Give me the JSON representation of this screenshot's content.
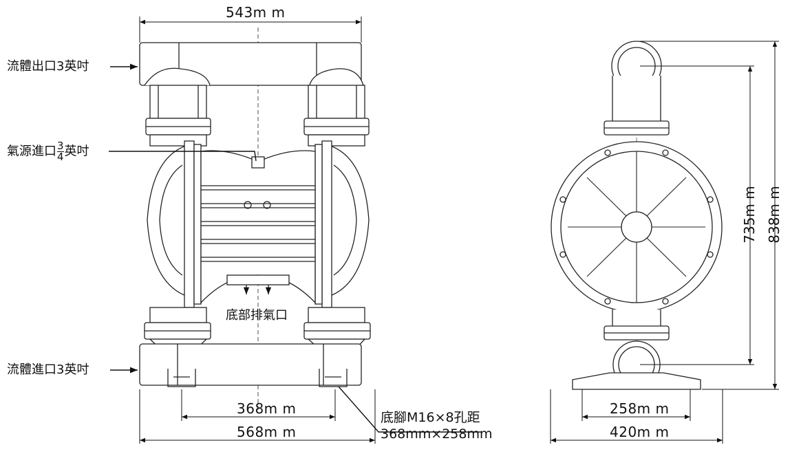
{
  "front_view": {
    "dim_top": "543m m",
    "dim_bottom_inner": "368m m",
    "dim_bottom_outer": "568m m",
    "label_outlet": "流體出口3英吋",
    "label_air_inlet_prefix": "氣源進口",
    "label_air_inlet_num": "3",
    "label_air_inlet_den": "4",
    "label_air_inlet_suffix": "英吋",
    "label_bottom_exhaust": "底部排氣口",
    "label_inlet": "流體進口3英吋",
    "foot_note_line1": "底腳M16×8孔距",
    "foot_note_line2": "368mm×258mm"
  },
  "side_view": {
    "dim_height_inner": "735m m",
    "dim_height_outer": "838m m",
    "dim_bottom_inner": "258m m",
    "dim_bottom_outer": "420m m"
  }
}
